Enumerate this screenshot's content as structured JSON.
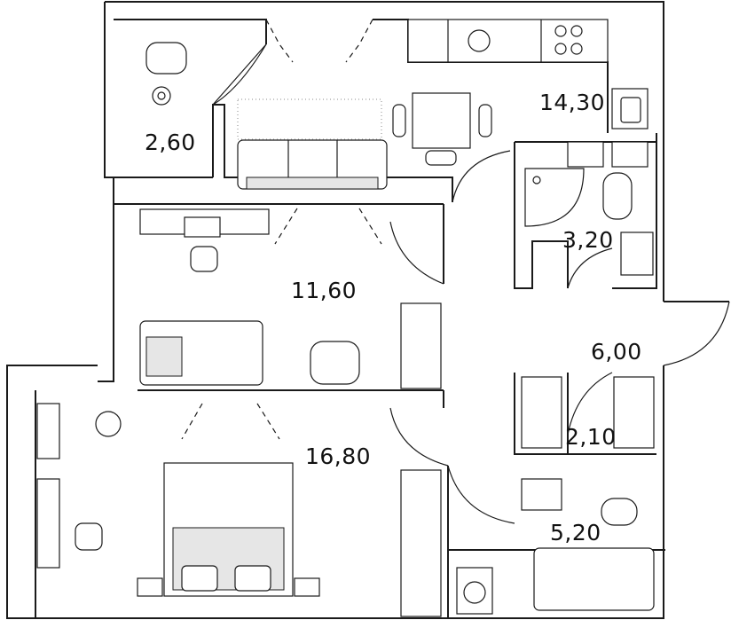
{
  "rooms": [
    {
      "id": "balcony",
      "area": "2,60"
    },
    {
      "id": "kitchen-living",
      "area": "14,30"
    },
    {
      "id": "bathroom-1",
      "area": "3,20"
    },
    {
      "id": "room-1",
      "area": "11,60"
    },
    {
      "id": "hall",
      "area": "6,00"
    },
    {
      "id": "wardrobe",
      "area": "2,10"
    },
    {
      "id": "room-2",
      "area": "16,80"
    },
    {
      "id": "bathroom-2",
      "area": "5,20"
    }
  ]
}
